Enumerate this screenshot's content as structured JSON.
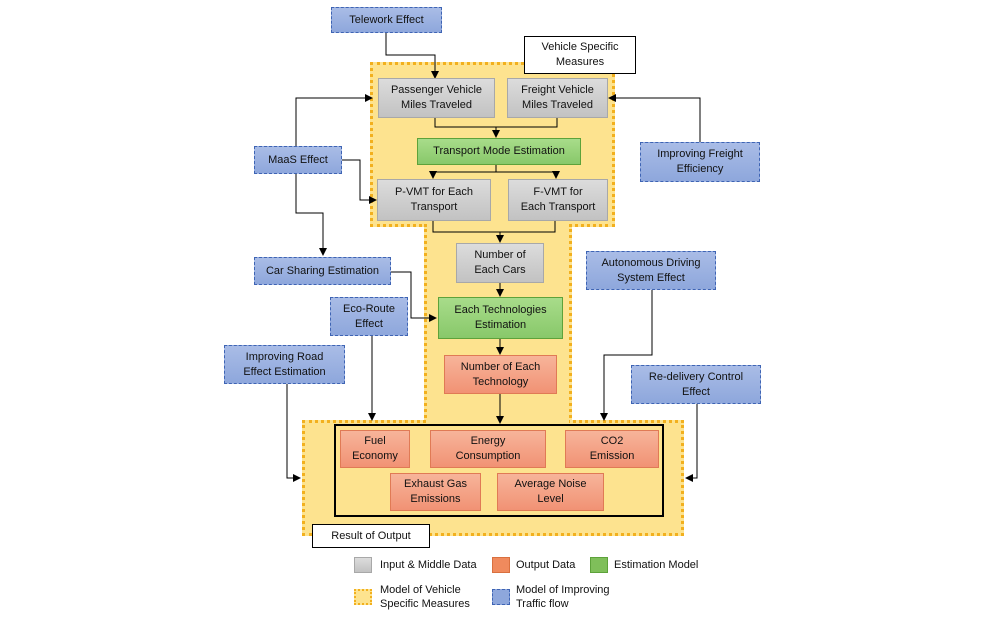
{
  "nodes": {
    "telework": "Telework Effect",
    "vehicle_specific": "Vehicle Specific\nMeasures",
    "passenger_vmt": "Passenger Vehicle\nMiles Traveled",
    "freight_vmt": "Freight Vehicle\nMiles Traveled",
    "transport_mode": "Transport Mode Estimation",
    "maas": "MaaS Effect",
    "improving_freight": "Improving Freight\nEfficiency",
    "p_vmt": "P-VMT for Each\nTransport",
    "f_vmt": "F-VMT for\nEach Transport",
    "number_cars": "Number of\nEach Cars",
    "car_sharing": "Car Sharing Estimation",
    "autonomous": "Autonomous Driving\nSystem Effect",
    "eco_route": "Eco-Route\nEffect",
    "each_tech": "Each Technologies\nEstimation",
    "improving_road": "Improving Road\nEffect Estimation",
    "number_tech": "Number of Each\nTechnology",
    "redelivery": "Re-delivery Control\nEffect",
    "fuel_economy": "Fuel\nEconomy",
    "energy": "Energy\nConsumption",
    "co2": "CO2\nEmission",
    "exhaust": "Exhaust Gas\nEmissions",
    "noise": "Average Noise\nLevel",
    "result_output": "Result of Output"
  },
  "legend": {
    "input_middle": "Input & Middle Data",
    "output_data": "Output Data",
    "estimation_model": "Estimation Model",
    "vehicle_model": "Model of Vehicle\nSpecific Measures",
    "traffic_model": "Model of Improving\nTraffic flow"
  },
  "colors": {
    "input_middle": "#c8c8c8",
    "output_data": "#f08a5d",
    "estimation_model": "#7fbf5a",
    "vehicle_region": "#fde38f",
    "traffic_model": "#8ea7dc"
  }
}
